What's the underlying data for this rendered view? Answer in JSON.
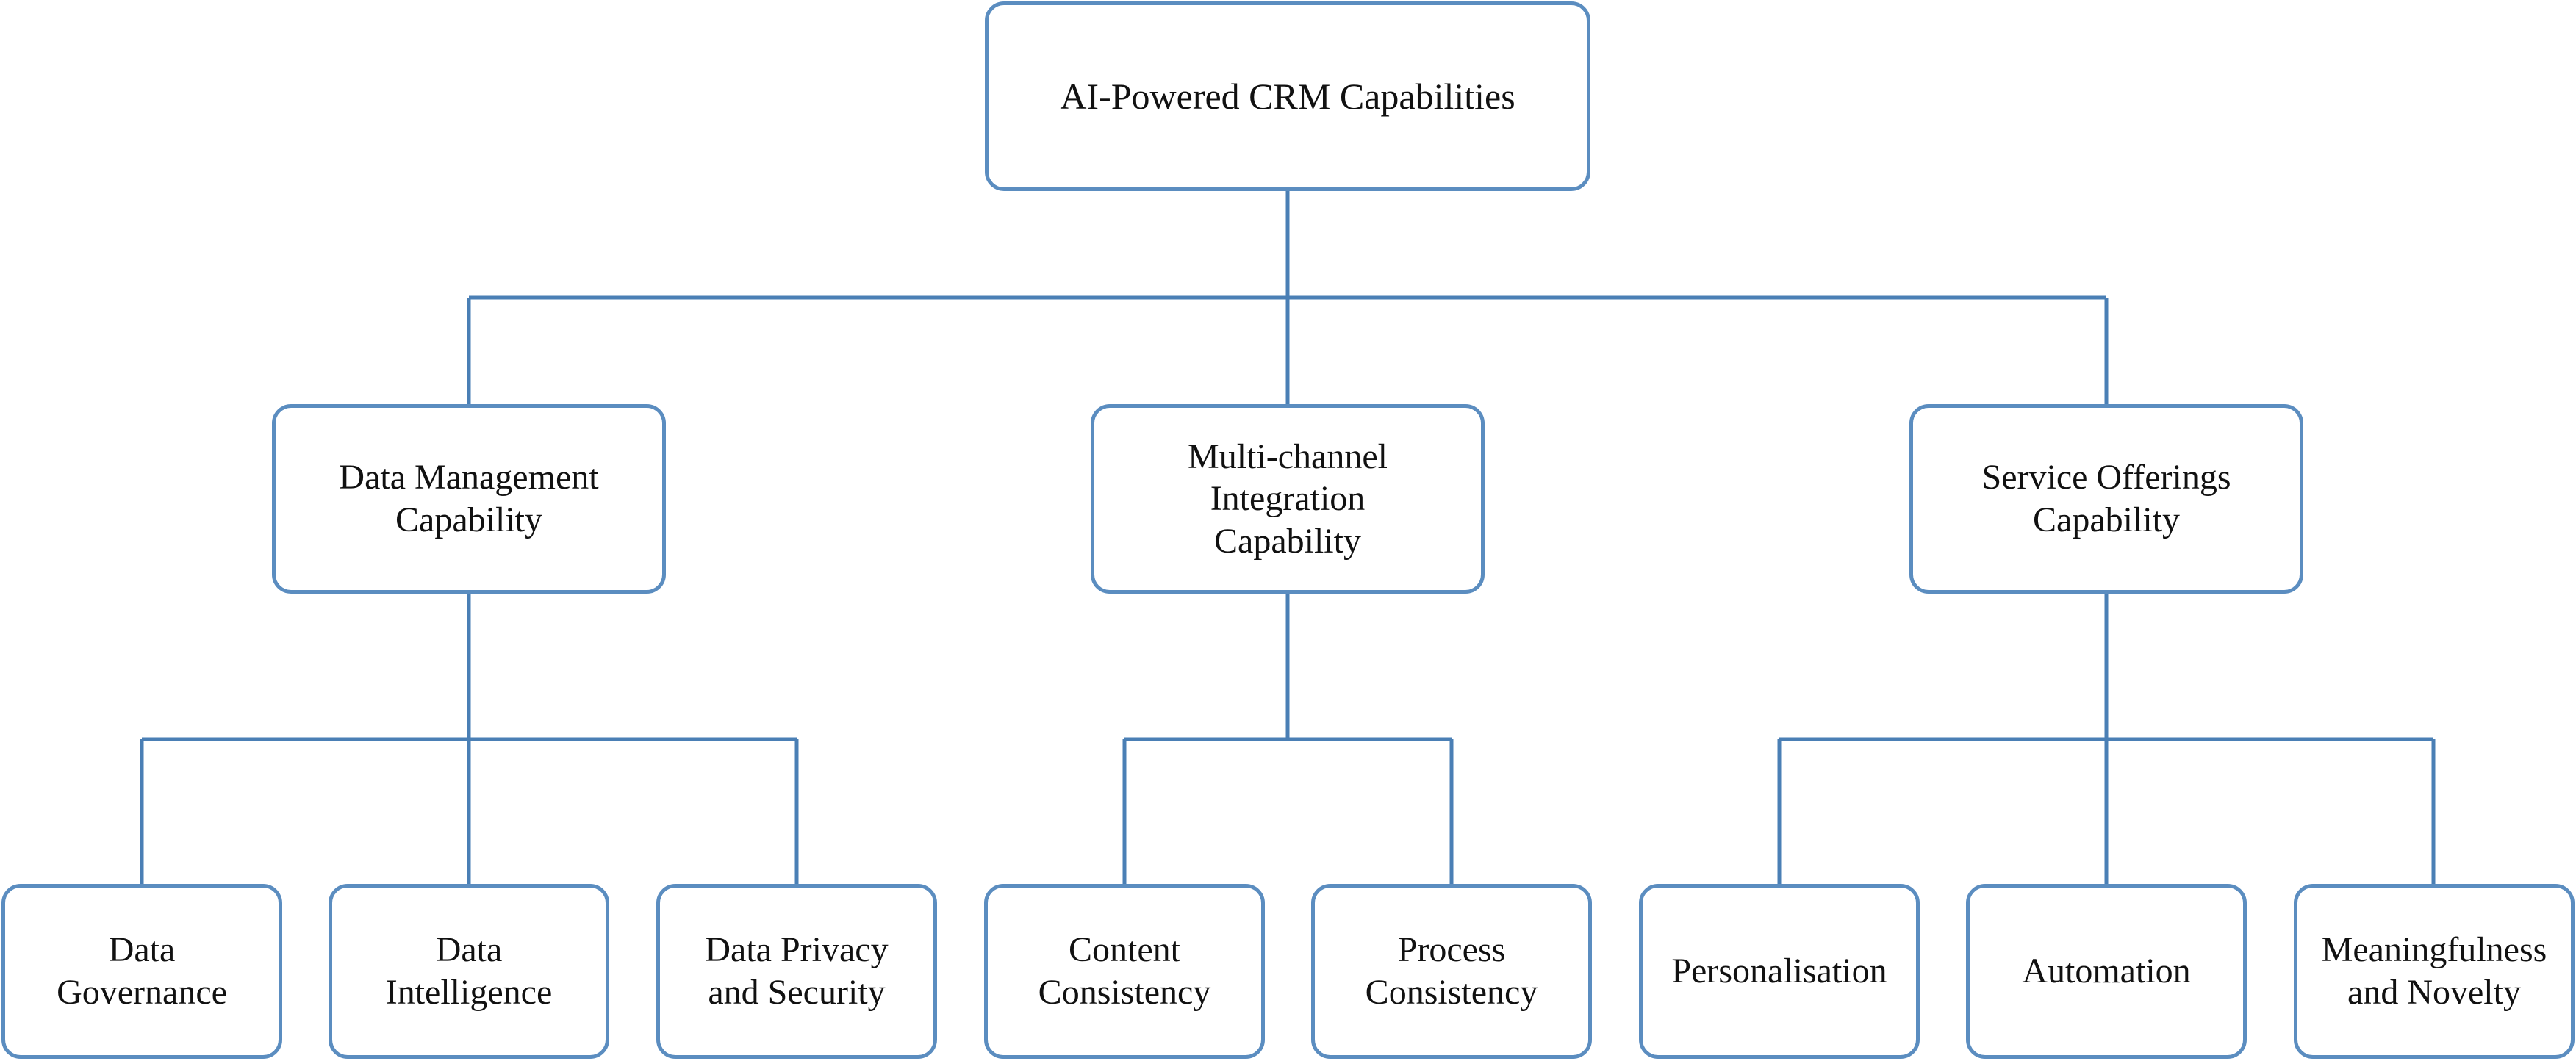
{
  "diagram": {
    "root": {
      "label": "AI-Powered CRM Capabilities"
    },
    "capabilities": [
      {
        "label": "Data Management\nCapability",
        "children": [
          "Data\nGovernance",
          "Data\nIntelligence",
          "Data Privacy\nand Security"
        ]
      },
      {
        "label": "Multi-channel\nIntegration\nCapability",
        "children": [
          "Content\nConsistency",
          "Process\nConsistency"
        ]
      },
      {
        "label": "Service Offerings\nCapability",
        "children": [
          "Personalisation",
          "Automation",
          "Meaningfulness\nand Novelty"
        ]
      }
    ],
    "colors": {
      "border": "#5B8DC0",
      "connector": "#4A7FB5",
      "text": "#111111"
    }
  }
}
